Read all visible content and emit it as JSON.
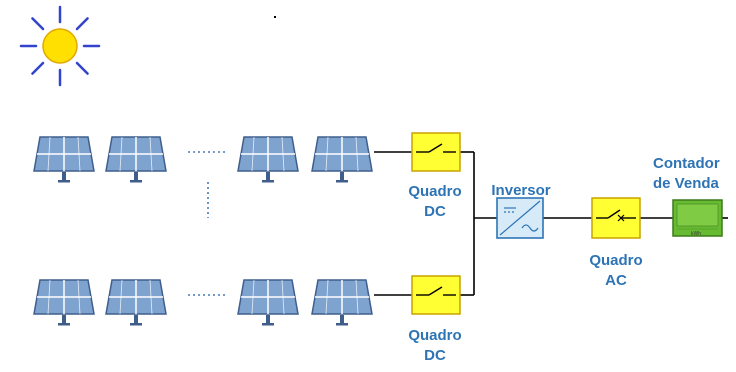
{
  "labels": {
    "quadro_dc_top": "Quadro\nDC",
    "quadro_dc_bottom": "Quadro\nDC",
    "inversor": "Inversor",
    "quadro_ac": "Quadro\nAC",
    "contador": "Contador\nde Venda",
    "meter_unit": "kWh"
  },
  "colors": {
    "label_text": "#2e74b5",
    "sun_fill": "#ffe000",
    "sun_rays": "#3344cc",
    "panel_fill": "#7fa3cf",
    "panel_frame": "#3f5e8c",
    "box_fill": "#ffff33",
    "box_border": "#c8a200",
    "inverter_fill": "#d6eaf8",
    "inverter_border": "#2e75b6",
    "meter_fill": "#66bb33",
    "meter_border": "#3d7a1a",
    "wire": "#000000",
    "dots": "#4a7ab5"
  },
  "icons": {
    "sun": "sun-icon",
    "solar_panel": "solar-panel-icon",
    "dc_switch": "switch-icon",
    "inverter": "inverter-icon",
    "ac_breaker": "breaker-icon",
    "meter": "meter-icon"
  }
}
